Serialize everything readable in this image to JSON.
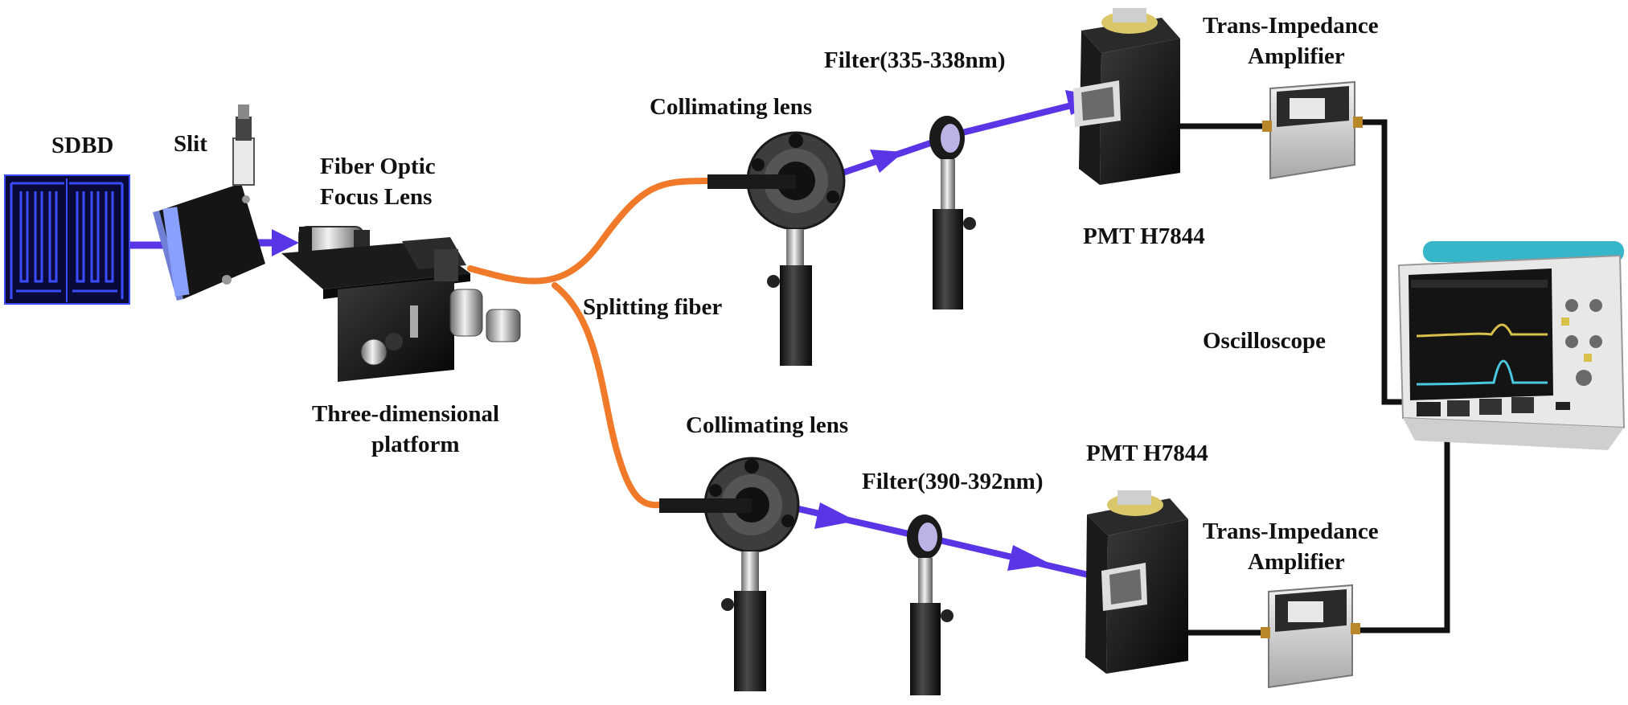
{
  "figure": {
    "labels": {
      "sdbd": "SDBD",
      "slit": "Slit",
      "fiber_focus_lens_1": "Fiber Optic",
      "fiber_focus_lens_2": "Focus Lens",
      "platform_1": "Three-dimensional",
      "platform_2": "platform",
      "splitting_fiber": "Splitting fiber",
      "collimating_lens_top": "Collimating lens",
      "collimating_lens_bottom": "Collimating lens",
      "filter_top": "Filter(335-338nm)",
      "filter_bottom": "Filter(390-392nm)",
      "pmt_top": "PMT H7844",
      "pmt_bottom": "PMT H7844",
      "tia_top_1": "Trans-Impedance",
      "tia_top_2": "Amplifier",
      "tia_bottom_1": "Trans-Impedance",
      "tia_bottom_2": "Amplifier",
      "oscilloscope": "Oscilloscope"
    },
    "icons": {
      "sdbd": "sdbd-electrode-icon",
      "slit": "adjustable-slit-icon",
      "focus_lens": "fiber-focus-lens-icon",
      "stage": "xyz-translation-stage-icon",
      "collimator": "collimating-lens-mount-icon",
      "filter": "optical-filter-mount-icon",
      "pmt": "photomultiplier-tube-icon",
      "tia": "transimpedance-amplifier-icon",
      "scope": "oscilloscope-icon"
    },
    "colors": {
      "light_beam": "#5a35e6",
      "fiber": "#f07a2a",
      "cable": "#111111",
      "electrode_bg": "#0a0a3a",
      "electrode_lines": "#3b4cff",
      "scope_trace_1": "#d8c04a",
      "scope_trace_2": "#4ac8e0",
      "scope_handle": "#37b5c9"
    }
  }
}
